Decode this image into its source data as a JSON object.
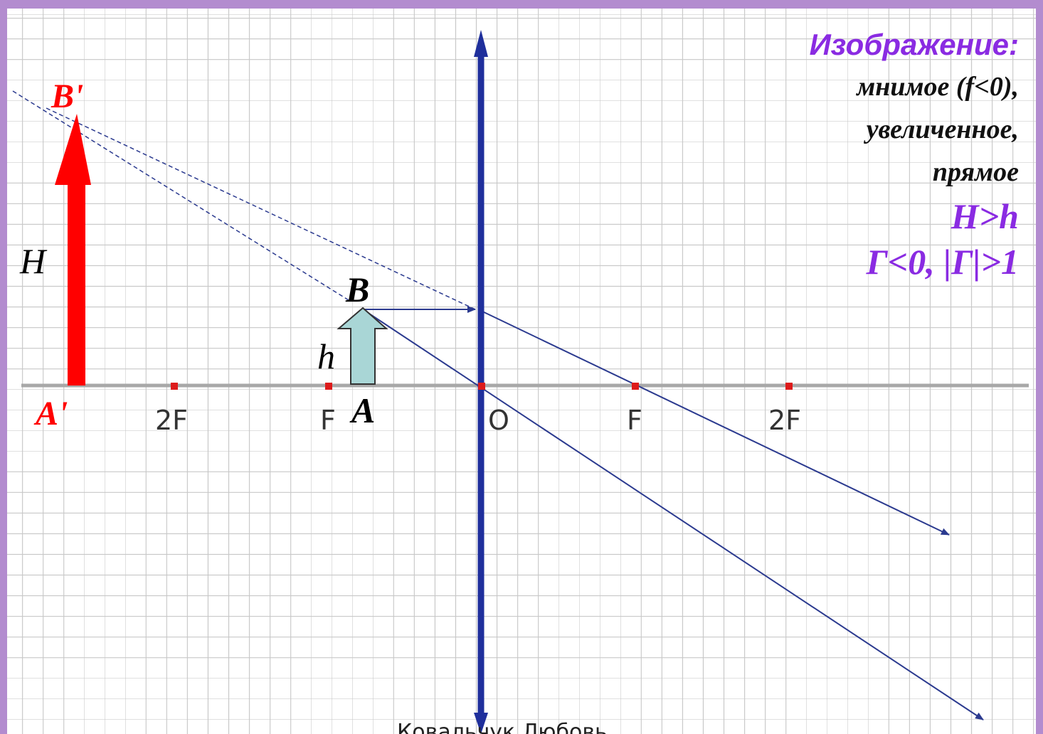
{
  "diagram": {
    "axis_labels": {
      "left_2f": "2F",
      "left_f": "F",
      "center_o": "O",
      "right_f": "F",
      "right_2f": "2F"
    },
    "image_labels": {
      "b_prime": "B'",
      "a_prime": "A'",
      "height": "H"
    },
    "object_labels": {
      "b": "B",
      "a": "A",
      "height": "h"
    },
    "colors": {
      "lens": "#1f2f9c",
      "rays": "#2b3a8f",
      "image_arrow": "#ff0000",
      "object_arrow": "#a9d6d6",
      "focus_marker": "#dd1a1a",
      "accent": "#8a2be2"
    }
  },
  "info": {
    "title": "Изображение:",
    "line1": "мнимое (f<0),",
    "line2": "увеличенное,",
    "line3": "прямое",
    "relation": "H>h",
    "magnification": "Г<0, |Г|>1"
  },
  "footer": {
    "text": "Ковальчук Любовь"
  }
}
